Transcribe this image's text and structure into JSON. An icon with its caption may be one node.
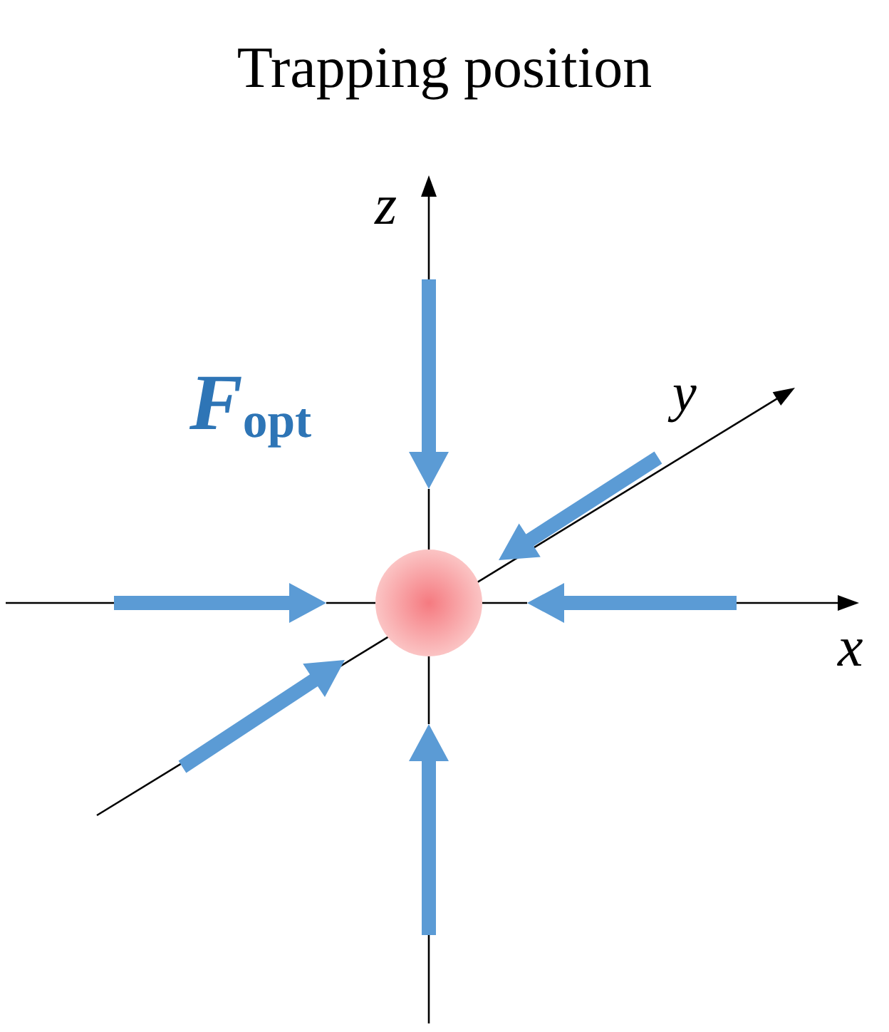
{
  "diagram": {
    "title": "Trapping position",
    "labels": [
      "z",
      "*F*$_{opt}$",
      "y",
      "x"
    ]
  }
}
